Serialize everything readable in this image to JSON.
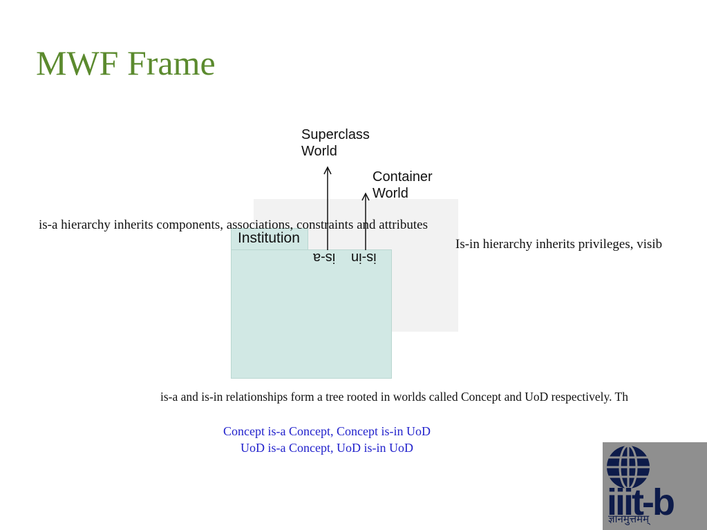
{
  "slide": {
    "title": "MWF Frame",
    "superclass_label_line1": "Superclass",
    "superclass_label_line2": "World",
    "container_label_line1": "Container",
    "container_label_line2": "World",
    "isa_hierarchy_text": "is-a hierarchy inherits components, associations, constraints and attributes",
    "isin_hierarchy_text": "Is-in hierarchy inherits privileges, visib",
    "institution_label": "Institution",
    "isa_label": "is-a",
    "isin_label": "is-in",
    "relationships_text": "is-a and is-in relationships form a tree rooted in worlds called Concept and UoD respectively. Th",
    "concept_line": "Concept is-a Concept, Concept is-in UoD",
    "uod_line": "UoD is-a Concept, UoD is-in UoD",
    "logo_text": "iiit-b",
    "logo_motto": "ज्ञानमुत्तमम्"
  },
  "colors": {
    "title": "#5b8a2e",
    "blue_text": "#2222cc",
    "teal_box": "#d1e8e4",
    "gray_box": "#f2f2f2",
    "logo_bg": "#8f8f8f",
    "logo_ink": "#0d1b4a"
  }
}
